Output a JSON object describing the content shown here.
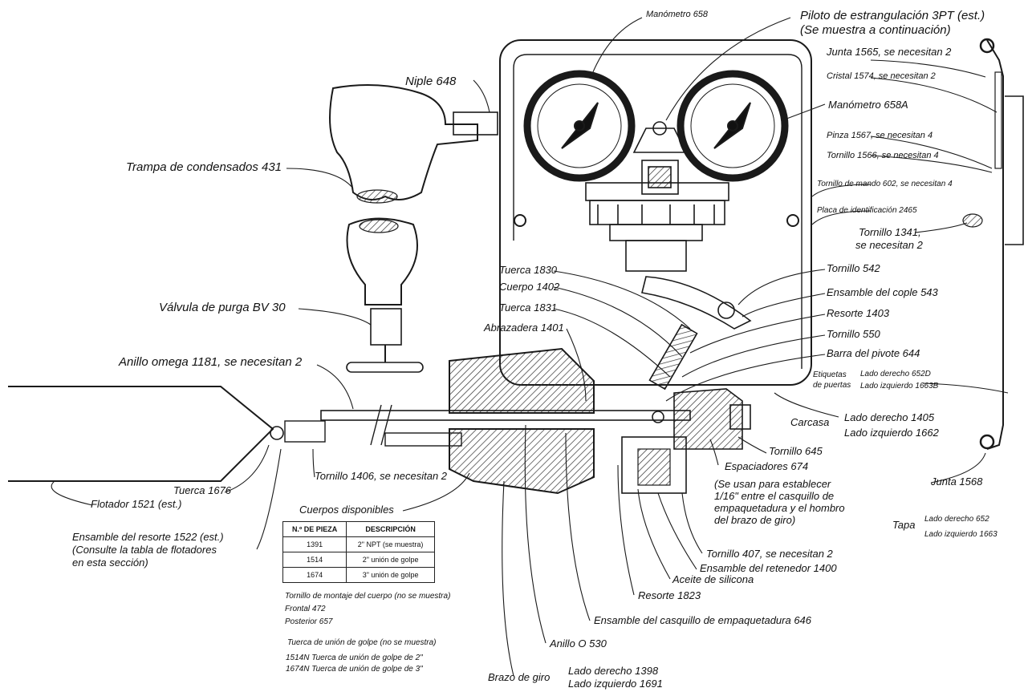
{
  "labels": {
    "manometro_658": "Manómetro 658",
    "piloto_1": "Piloto de estrangulación 3PT (est.)",
    "piloto_2": "(Se muestra a continuación)",
    "junta_1565": "Junta 1565, se necesitan 2",
    "cristal_1574": "Cristal 1574, se necesitan 2",
    "manometro_658a": "Manómetro 658A",
    "pinza_1567": "Pinza 1567, se necesitan 4",
    "tornillo_1566": "Tornillo 1566, se necesitan 4",
    "tornillo_602": "Tornillo de mando 602, se necesitan 4",
    "placa_2465": "Placa de identificación 2465",
    "tornillo_1341_1": "Tornillo 1341,",
    "tornillo_1341_2": "se necesitan 2",
    "niple_648": "Niple",
    "niple_648_num": "648",
    "trampa_431": "Trampa de condensados 431",
    "valvula_bv30": "Válvula de purga BV 30",
    "anillo_omega": "Anillo omega 1181, se necesitan 2",
    "tuerca_1830": "Tuerca 1830",
    "cuerpo_1402": "Cuerpo 1402",
    "tuerca_1831": "Tuerca 1831",
    "abrazadera_1401": "Abrazadera 1401",
    "tornillo_542": "Tornillo 542",
    "ensamble_cople_543": "Ensamble del cople 543",
    "resorte_1403": "Resorte 1403",
    "tornillo_550": "Tornillo 550",
    "barra_pivote_644": "Barra del pivote 644",
    "etiquetas_1": "Etiquetas",
    "etiquetas_2": "de puertas",
    "lado_der_652d": "Lado derecho 652D",
    "lado_izq_1663b": "Lado izquierdo 1663B",
    "carcasa": "Carcasa",
    "carcasa_der": "Lado derecho 1405",
    "carcasa_izq": "Lado izquierdo 1662",
    "tornillo_645": "Tornillo 645",
    "espaciadores_674": "Espaciadores 674",
    "espaciadores_nota": "(Se usan para establecer 1/16\" entre el casquillo de empaquetadura y el hombro del brazo de giro)",
    "junta_1568": "Junta 1568",
    "tapa": "Tapa",
    "tapa_der": "Lado derecho 652",
    "tapa_izq": "Lado izquierdo 1663",
    "tornillo_1406": "Tornillo 1406, se necesitan 2",
    "tuerca_1676": "Tuerca 1676",
    "flotador_1521": "Flotador 1521 (est.)",
    "ensamble_resorte_1": "Ensamble del resorte 1522 (est.)",
    "ensamble_resorte_2": "(Consulte la tabla de flotadores",
    "ensamble_resorte_3": "en esta sección)",
    "cuerpos_disponibles": "Cuerpos disponibles",
    "tornillo_407": "Tornillo 407, se necesitan 2",
    "ensamble_retenedor": "Ensamble del retenedor 1400",
    "aceite_silicona": "Aceite de silicona",
    "resorte_1823": "Resorte 1823",
    "casquillo_646": "Ensamble del casquillo de empaquetadura 646",
    "anillo_o_530": "Anillo O 530",
    "brazo_giro": "Brazo de giro",
    "brazo_der": "Lado derecho 1398",
    "brazo_izq": "Lado izquierdo 1691",
    "montaje_1": "Tornillo de montaje del cuerpo (no se muestra)",
    "montaje_2": "Frontal 472",
    "montaje_3": "Posterior 657",
    "union_1": "Tuerca de unión de golpe  (no se muestra)",
    "union_2": "1514N  Tuerca de unión de golpe de 2\"",
    "union_3": "1674N  Tuerca de unión de golpe de 3\""
  },
  "table": {
    "headers": [
      "N.º DE PIEZA",
      "DESCRIPCIÓN"
    ],
    "rows": [
      [
        "1391",
        "2\" NPT  (se muestra)"
      ],
      [
        "1514",
        "2\" unión de golpe"
      ],
      [
        "1674",
        "3\" unión de golpe"
      ]
    ]
  }
}
